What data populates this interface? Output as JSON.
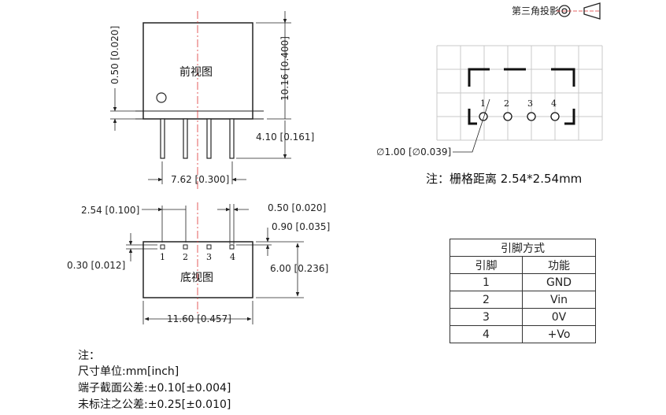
{
  "projection": {
    "label": "第三角投影"
  },
  "front_view": {
    "label": "前视图",
    "dim_pin_top": "0.50 [0.020]",
    "dim_height": "10.16 [0.400]",
    "dim_pin_len": "4.10 [0.161]",
    "dim_pitch_total": "7.62 [0.300]"
  },
  "bottom_view": {
    "label": "底视图",
    "dim_pitch": "2.54 [0.100]",
    "dim_pin_w": "0.50 [0.020]",
    "dim_pin_offset": "0.90 [0.035]",
    "dim_pin_t": "0.30 [0.012]",
    "dim_depth": "6.00 [0.236]",
    "dim_length": "11.60 [0.457]",
    "pins": [
      "1",
      "2",
      "3",
      "4"
    ]
  },
  "pcb_grid": {
    "pins": [
      "1",
      "2",
      "3",
      "4"
    ],
    "hole_dim": "∅1.00 [∅0.039]",
    "note": "注：栅格距离 2.54*2.54mm"
  },
  "pin_table": {
    "title": "引脚方式",
    "headers": [
      "引脚",
      "功能"
    ],
    "rows": [
      [
        "1",
        "GND"
      ],
      [
        "2",
        "Vin"
      ],
      [
        "3",
        "0V"
      ],
      [
        "4",
        "+Vo"
      ]
    ]
  },
  "notes": {
    "title": "注：",
    "lines": [
      "尺寸单位:mm[inch]",
      "端子截面公差:±0.10[±0.004]",
      "未标注之公差:±0.25[±0.010]"
    ]
  }
}
